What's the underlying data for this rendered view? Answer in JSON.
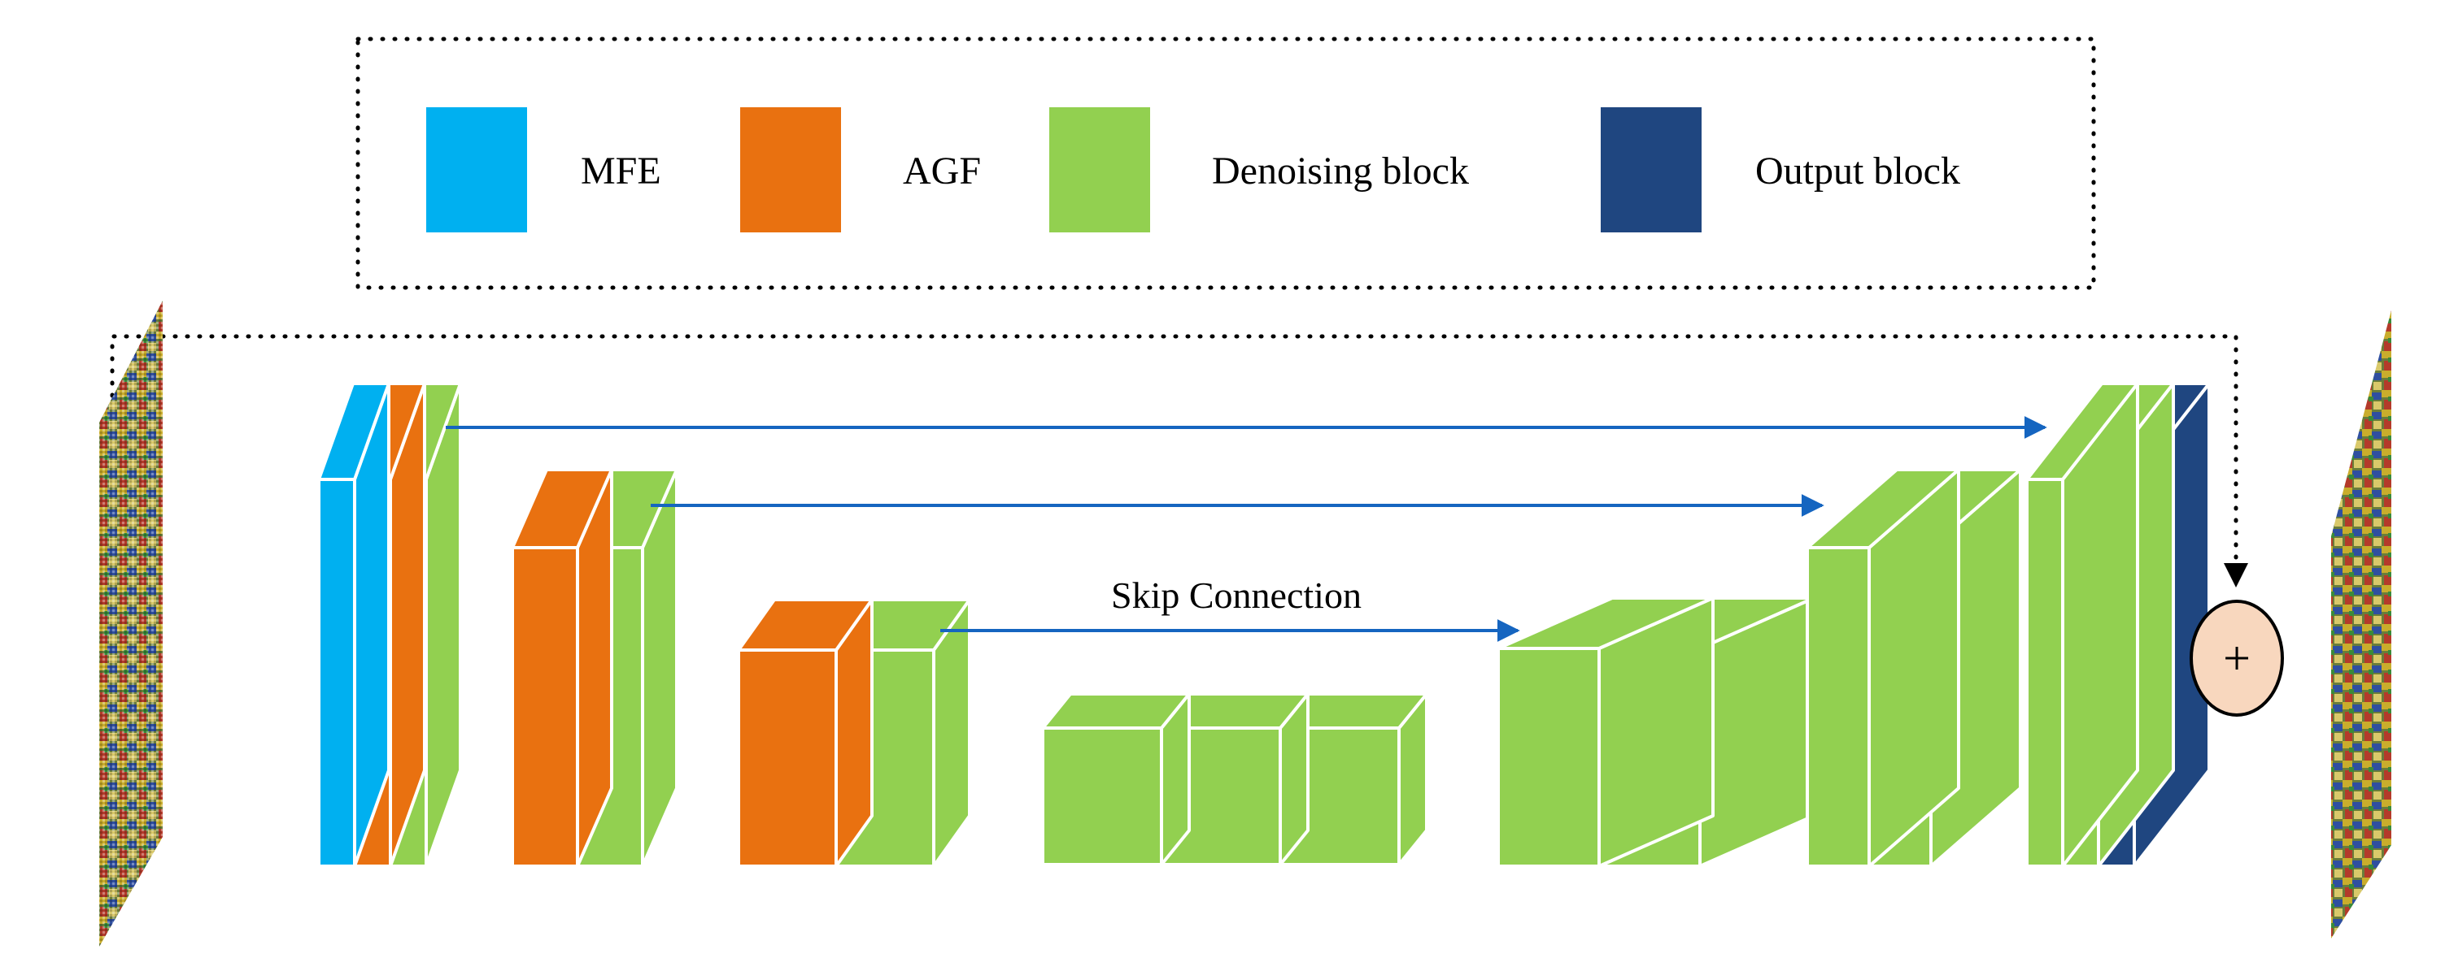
{
  "colors": {
    "mfe": "#00B0F0",
    "agf": "#E97110",
    "denoising": "#92D050",
    "output": "#1F4680",
    "arrow": "#1565C0",
    "adder_fill": "#F8D7BE",
    "edge": "#FFFFFF"
  },
  "legend": {
    "items": [
      {
        "key": "mfe",
        "label": "MFE",
        "color": "#00B0F0"
      },
      {
        "key": "agf",
        "label": "AGF",
        "color": "#E97110"
      },
      {
        "key": "denoising",
        "label": "Denoising block",
        "color": "#92D050"
      },
      {
        "key": "output",
        "label": "Output block",
        "color": "#1F4680"
      }
    ]
  },
  "diagram": {
    "skip_label": "Skip Connection",
    "adder_symbol": "+",
    "input_image_icon": "noisy-image-slab",
    "output_image_icon": "denoised-image-slab",
    "stages": [
      {
        "name": "encoder-1",
        "blocks": [
          "mfe",
          "agf",
          "denoising"
        ]
      },
      {
        "name": "encoder-2",
        "blocks": [
          "agf",
          "denoising"
        ]
      },
      {
        "name": "encoder-3",
        "blocks": [
          "agf",
          "denoising"
        ]
      },
      {
        "name": "bottleneck",
        "blocks": [
          "denoising",
          "denoising",
          "denoising"
        ]
      },
      {
        "name": "decoder-3",
        "blocks": [
          "denoising",
          "denoising"
        ]
      },
      {
        "name": "decoder-2",
        "blocks": [
          "denoising",
          "denoising"
        ]
      },
      {
        "name": "decoder-1",
        "blocks": [
          "denoising",
          "denoising",
          "output"
        ]
      }
    ],
    "skip_connections": [
      {
        "from": "encoder-1",
        "to": "decoder-1"
      },
      {
        "from": "encoder-2",
        "to": "decoder-2"
      },
      {
        "from": "encoder-3",
        "to": "decoder-3"
      }
    ],
    "residual": {
      "from": "input-image",
      "to": "adder"
    }
  }
}
